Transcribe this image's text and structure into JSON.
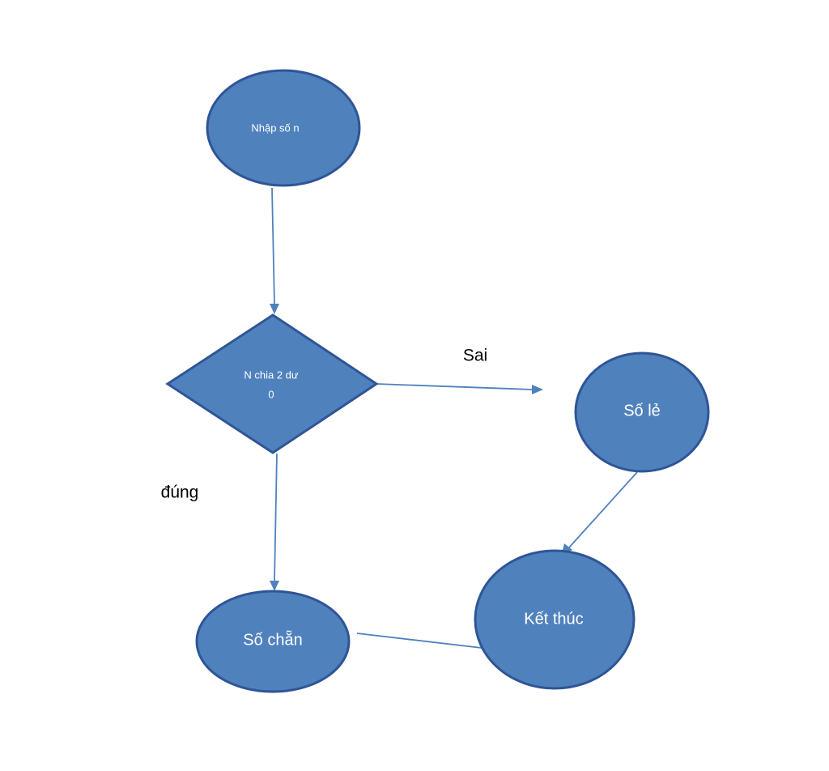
{
  "nodes": {
    "start": {
      "label": "Nhập số n"
    },
    "decision": {
      "label_line1": "N chia 2 dư",
      "label_line2": "0"
    },
    "odd": {
      "label": "Số lẻ"
    },
    "even": {
      "label": "Số chẵn"
    },
    "end": {
      "label": "Kết thúc"
    }
  },
  "edge_labels": {
    "false_branch": "Sai",
    "true_branch": "đúng"
  },
  "colors": {
    "node_fill": "#4f81bd",
    "node_border": "#2f5597",
    "text": "#ffffff"
  }
}
